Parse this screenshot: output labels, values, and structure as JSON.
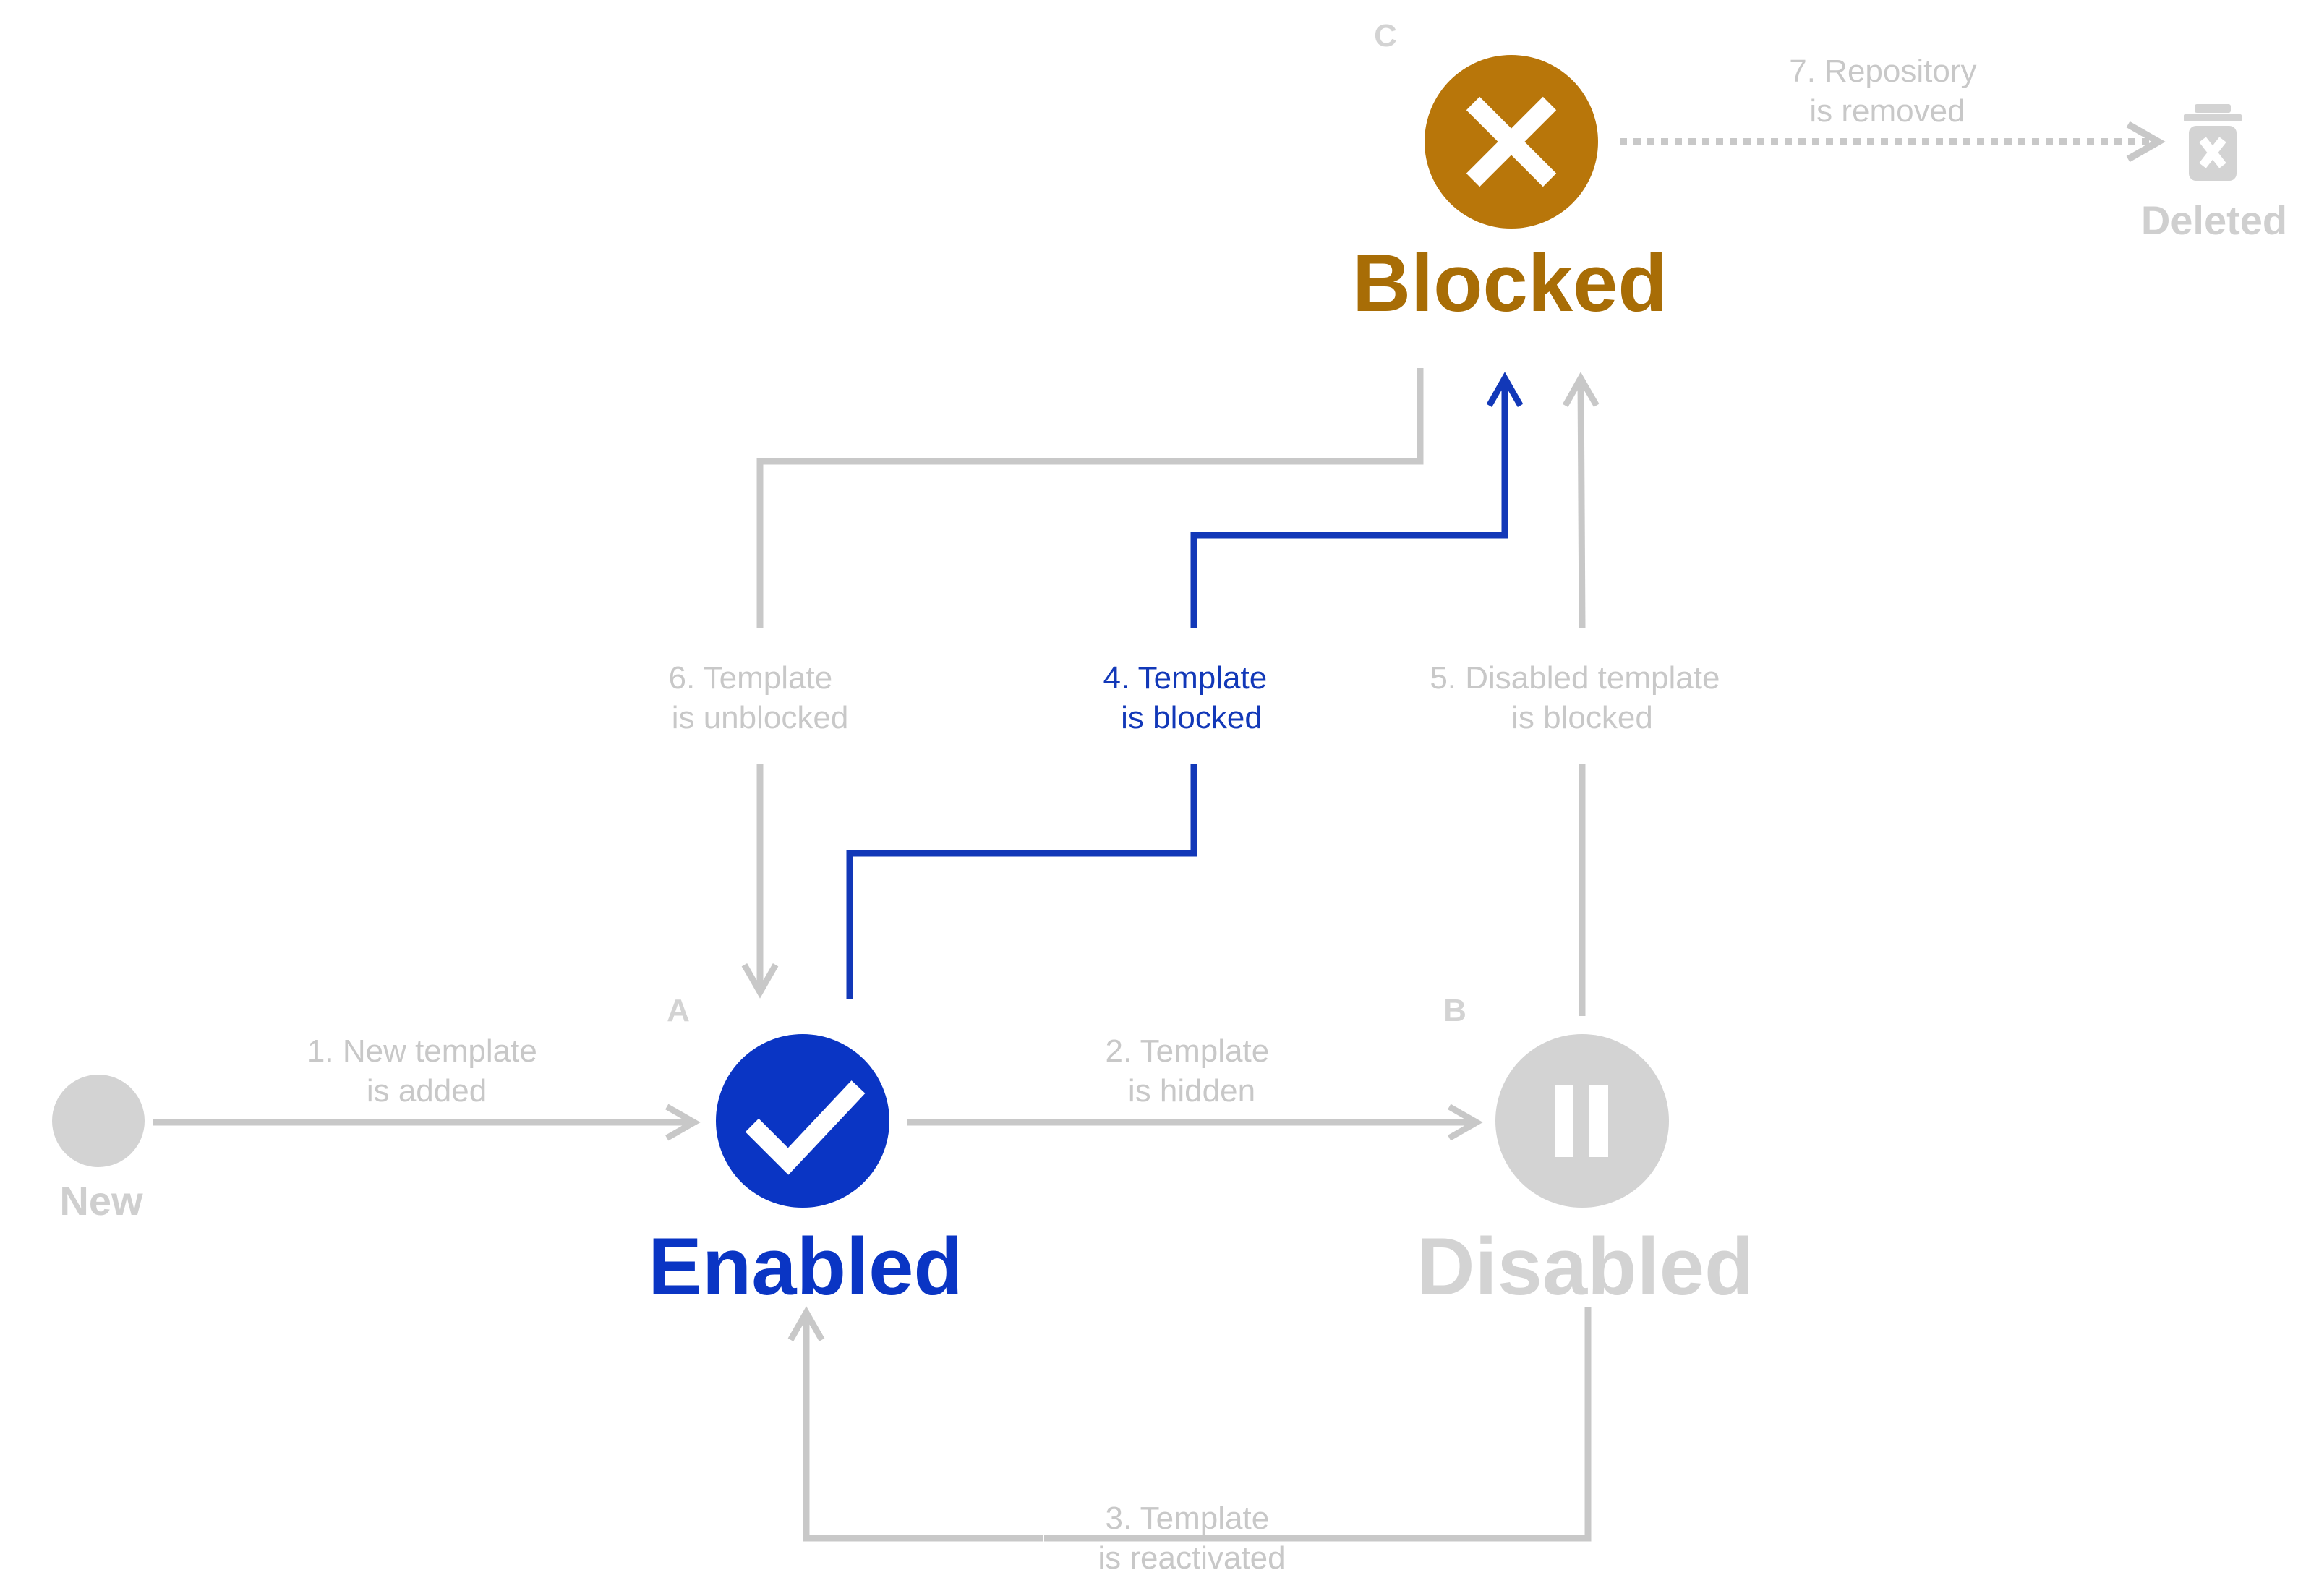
{
  "colors": {
    "muted": "#c8c8c8",
    "active": "#1238b8",
    "enabled": "#0a35c4",
    "blocked_fill": "#b8760a",
    "blocked_text": "#a86d06",
    "disabled": "#d3d3d3"
  },
  "states": {
    "new": {
      "label": "New",
      "icon": "circle-icon"
    },
    "enabled": {
      "letter": "A",
      "label": "Enabled",
      "icon": "check-icon"
    },
    "disabled": {
      "letter": "B",
      "label": "Disabled",
      "icon": "pause-icon"
    },
    "blocked": {
      "letter": "C",
      "label": "Blocked",
      "icon": "x-icon"
    },
    "deleted": {
      "label": "Deleted",
      "icon": "trash-icon"
    }
  },
  "transitions": {
    "t1": {
      "line1": "1. New template",
      "line2": "is added"
    },
    "t2": {
      "line1": "2. Template",
      "line2": "is hidden"
    },
    "t3": {
      "line1": "3. Template",
      "line2": "is reactivated"
    },
    "t4": {
      "line1": "4. Template",
      "line2": "is blocked"
    },
    "t5": {
      "line1": "5. Disabled template",
      "line2": "is blocked"
    },
    "t6": {
      "line1": "6. Template",
      "line2": "is unblocked"
    },
    "t7": {
      "line1": "7. Repository",
      "line2": "is removed"
    }
  }
}
